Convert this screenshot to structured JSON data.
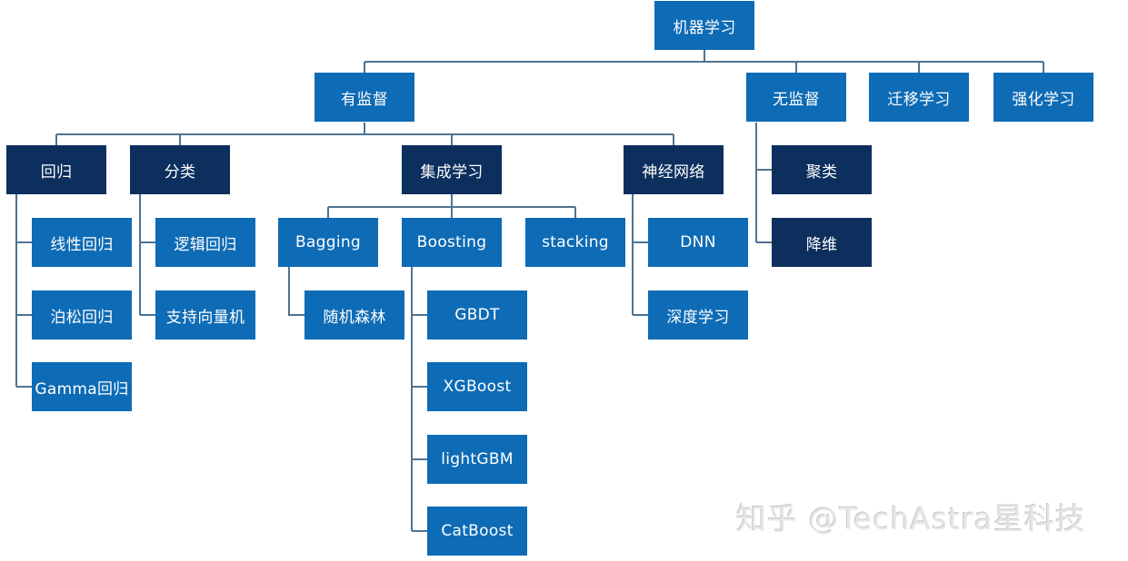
{
  "diagram": {
    "type": "tree",
    "root": "机器学习",
    "nodes": {
      "root": {
        "label": "机器学习",
        "style": "light"
      },
      "supervised": {
        "label": "有监督",
        "style": "light",
        "parent": "root"
      },
      "unsupervised": {
        "label": "无监督",
        "style": "light",
        "parent": "root"
      },
      "transfer": {
        "label": "迁移学习",
        "style": "light",
        "parent": "root"
      },
      "reinforcement": {
        "label": "强化学习",
        "style": "light",
        "parent": "root"
      },
      "regression": {
        "label": "回归",
        "style": "dark",
        "parent": "supervised"
      },
      "classification": {
        "label": "分类",
        "style": "dark",
        "parent": "supervised"
      },
      "ensemble": {
        "label": "集成学习",
        "style": "dark",
        "parent": "supervised"
      },
      "neural": {
        "label": "神经网络",
        "style": "dark",
        "parent": "supervised"
      },
      "linear_reg": {
        "label": "线性回归",
        "style": "light",
        "parent": "regression"
      },
      "poisson_reg": {
        "label": "泊松回归",
        "style": "light",
        "parent": "regression"
      },
      "gamma_reg": {
        "label": "Gamma回归",
        "style": "light",
        "parent": "regression"
      },
      "logistic_reg": {
        "label": "逻辑回归",
        "style": "light",
        "parent": "classification"
      },
      "svm": {
        "label": "支持向量机",
        "style": "light",
        "parent": "classification"
      },
      "bagging": {
        "label": "Bagging",
        "style": "light",
        "parent": "ensemble"
      },
      "boosting": {
        "label": "Boosting",
        "style": "light",
        "parent": "ensemble"
      },
      "stacking": {
        "label": "stacking",
        "style": "light",
        "parent": "ensemble"
      },
      "random_forest": {
        "label": "随机森林",
        "style": "light",
        "parent": "bagging"
      },
      "gbdt": {
        "label": "GBDT",
        "style": "light",
        "parent": "boosting"
      },
      "xgboost": {
        "label": "XGBoost",
        "style": "light",
        "parent": "boosting"
      },
      "lightgbm": {
        "label": "lightGBM",
        "style": "light",
        "parent": "boosting"
      },
      "catboost": {
        "label": "CatBoost",
        "style": "light",
        "parent": "boosting"
      },
      "dnn": {
        "label": "DNN",
        "style": "light",
        "parent": "neural"
      },
      "deep_learning": {
        "label": "深度学习",
        "style": "light",
        "parent": "neural"
      },
      "clustering": {
        "label": "聚类",
        "style": "dark",
        "parent": "unsupervised"
      },
      "dim_reduction": {
        "label": "降维",
        "style": "dark",
        "parent": "unsupervised"
      }
    }
  },
  "colors": {
    "light_node": "#0e6bb5",
    "dark_node": "#0c2f5e",
    "connector": "#4d7391"
  },
  "watermark": "知乎 @TechAstra星科技"
}
